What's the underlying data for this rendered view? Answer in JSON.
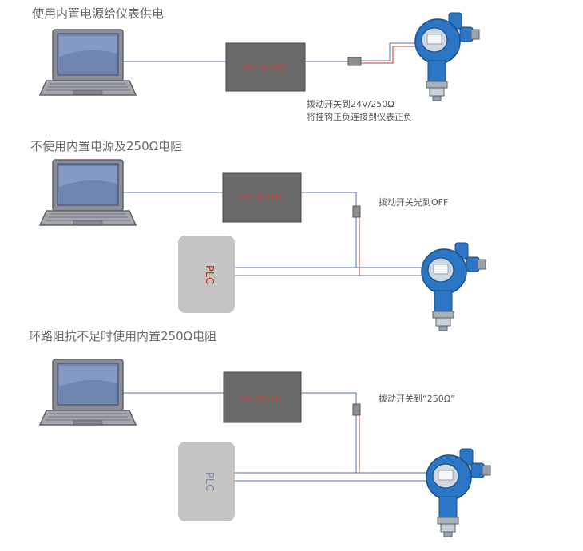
{
  "sections": [
    {
      "title": "使用内置电源给仪表供电",
      "device_label": "SM100-C(III)",
      "notes": [
        "拨动开关到24V/250Ω",
        "将挂钩正负连接到仪表正负"
      ]
    },
    {
      "title": "不使用内置电源及250Ω电阻",
      "device_label": "SM100-C(III)",
      "plc_label": "PLC",
      "notes": [
        "拨动开关光到OFF"
      ]
    },
    {
      "title": "环路阻抗不足时使用内置250Ω电阻",
      "device_label": "SM100-C(III)",
      "plc_label": "PLC",
      "notes": [
        "拨动开关到“250Ω”"
      ]
    }
  ],
  "colors": {
    "wire_blue": "#5b6f9e",
    "wire_red": "#c0392b",
    "device_box": "#6a6a6a",
    "plc_box": "#c6c3c3",
    "transmitter_blue": "#2b76c4",
    "laptop_frame": "#8a8d95",
    "laptop_screen": "#6f86b3"
  },
  "icons": [
    "laptop-icon",
    "connector-icon",
    "pressure-transmitter-icon"
  ]
}
